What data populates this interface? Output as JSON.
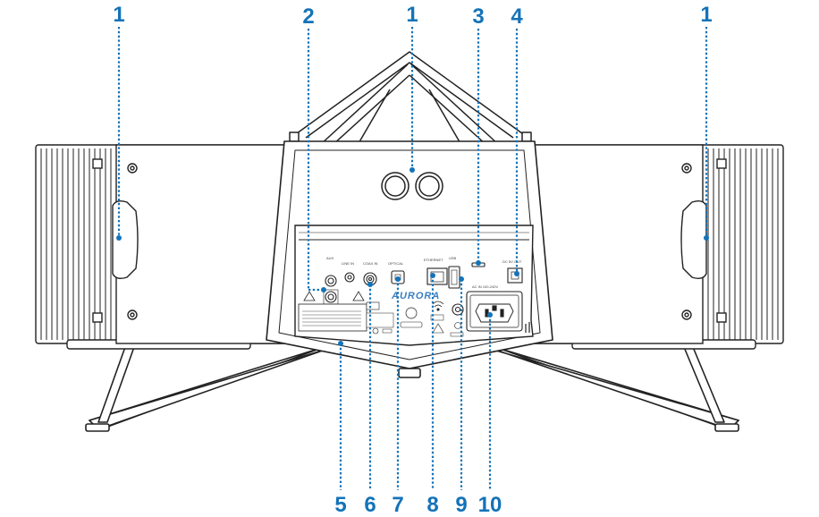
{
  "brand_label": "AURORA",
  "panel_labels": {
    "aux_in": "AUX",
    "line": "LINE IN",
    "coax": "COAX IN",
    "optical": "OPTICAL",
    "ethernet": "ETHERNET",
    "usb": "USB",
    "dc_out": "DC 5V OUT",
    "ac_in": "AC IN 100-240V"
  },
  "callouts": [
    {
      "id": "c1-left",
      "label": "1"
    },
    {
      "id": "c2",
      "label": "2"
    },
    {
      "id": "c1-center",
      "label": "1"
    },
    {
      "id": "c3",
      "label": "3"
    },
    {
      "id": "c4",
      "label": "4"
    },
    {
      "id": "c1-right",
      "label": "1"
    },
    {
      "id": "c5",
      "label": "5"
    },
    {
      "id": "c6",
      "label": "6"
    },
    {
      "id": "c7",
      "label": "7"
    },
    {
      "id": "c8",
      "label": "8"
    },
    {
      "id": "c9",
      "label": "9"
    },
    {
      "id": "c10",
      "label": "10"
    }
  ],
  "colors": {
    "callout": "#1473b8",
    "outline": "#222222"
  }
}
